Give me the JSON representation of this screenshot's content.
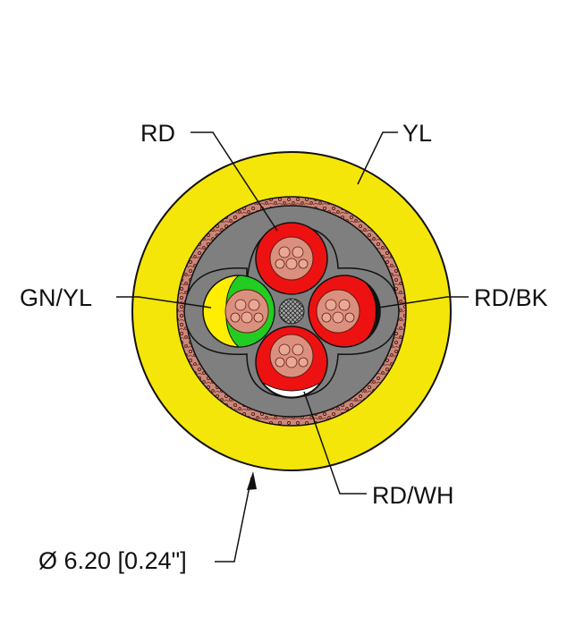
{
  "labels": {
    "top_left_core": "RD",
    "jacket": "YL",
    "left_core": "GN/YL",
    "right_core": "RD/BK",
    "bottom_core": "RD/WH",
    "diameter": "Ø 6.20 [0.24\"]"
  },
  "colors": {
    "jacket": "#f5e60a",
    "shield": "#c9887a",
    "filler": "#7f7f7f",
    "red": "#ee1111",
    "green": "#22cc22",
    "yellow": "#ffee00",
    "black": "#111111",
    "white": "#ffffff",
    "copper": "#d9907e",
    "outline": "#111111"
  }
}
